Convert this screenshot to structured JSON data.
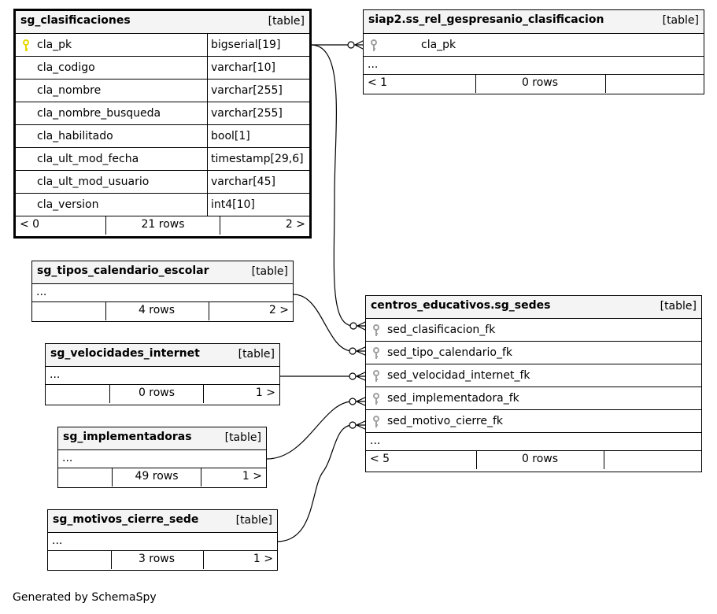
{
  "colors": {
    "header_bg": "#f4f4f4",
    "border": "#000000",
    "primary_key": "#e8d800",
    "foreign_key": "#a0a0a0"
  },
  "tables": {
    "clasificaciones": {
      "name": "sg_clasificaciones",
      "type": "[table]",
      "columns": [
        {
          "name": "cla_pk",
          "type": "bigserial[19]",
          "key": "primary-key-icon"
        },
        {
          "name": "cla_codigo",
          "type": "varchar[10]"
        },
        {
          "name": "cla_nombre",
          "type": "varchar[255]"
        },
        {
          "name": "cla_nombre_busqueda",
          "type": "varchar[255]"
        },
        {
          "name": "cla_habilitado",
          "type": "bool[1]"
        },
        {
          "name": "cla_ult_mod_fecha",
          "type": "timestamp[29,6]"
        },
        {
          "name": "cla_ult_mod_usuario",
          "type": "varchar[45]"
        },
        {
          "name": "cla_version",
          "type": "int4[10]"
        }
      ],
      "footer": {
        "left": "< 0",
        "center": "21 rows",
        "right": "2 >"
      }
    },
    "rel_gespresanio": {
      "name": "siap2.ss_rel_gespresanio_clasificacion",
      "type": "[table]",
      "columns": [
        {
          "name": "cla_pk",
          "key": "foreign-key-icon"
        }
      ],
      "ellipsis": "...",
      "footer": {
        "left": "< 1",
        "center": "0 rows",
        "right": ""
      }
    },
    "tipos_calendario": {
      "name": "sg_tipos_calendario_escolar",
      "type": "[table]",
      "ellipsis": "...",
      "footer": {
        "left": "",
        "center": "4 rows",
        "right": "2 >"
      }
    },
    "velocidades": {
      "name": "sg_velocidades_internet",
      "type": "[table]",
      "ellipsis": "...",
      "footer": {
        "left": "",
        "center": "0 rows",
        "right": "1 >"
      }
    },
    "implementadoras": {
      "name": "sg_implementadoras",
      "type": "[table]",
      "ellipsis": "...",
      "footer": {
        "left": "",
        "center": "49 rows",
        "right": "1 >"
      }
    },
    "motivos_cierre": {
      "name": "sg_motivos_cierre_sede",
      "type": "[table]",
      "ellipsis": "...",
      "footer": {
        "left": "",
        "center": "3 rows",
        "right": "1 >"
      }
    },
    "sedes": {
      "name": "centros_educativos.sg_sedes",
      "type": "[table]",
      "columns": [
        {
          "name": "sed_clasificacion_fk",
          "key": "foreign-key-icon"
        },
        {
          "name": "sed_tipo_calendario_fk",
          "key": "foreign-key-icon"
        },
        {
          "name": "sed_velocidad_internet_fk",
          "key": "foreign-key-icon"
        },
        {
          "name": "sed_implementadora_fk",
          "key": "foreign-key-icon"
        },
        {
          "name": "sed_motivo_cierre_fk",
          "key": "foreign-key-icon"
        }
      ],
      "ellipsis": "...",
      "footer": {
        "left": "< 5",
        "center": "0 rows",
        "right": ""
      }
    }
  },
  "generated_by": "Generated by SchemaSpy"
}
